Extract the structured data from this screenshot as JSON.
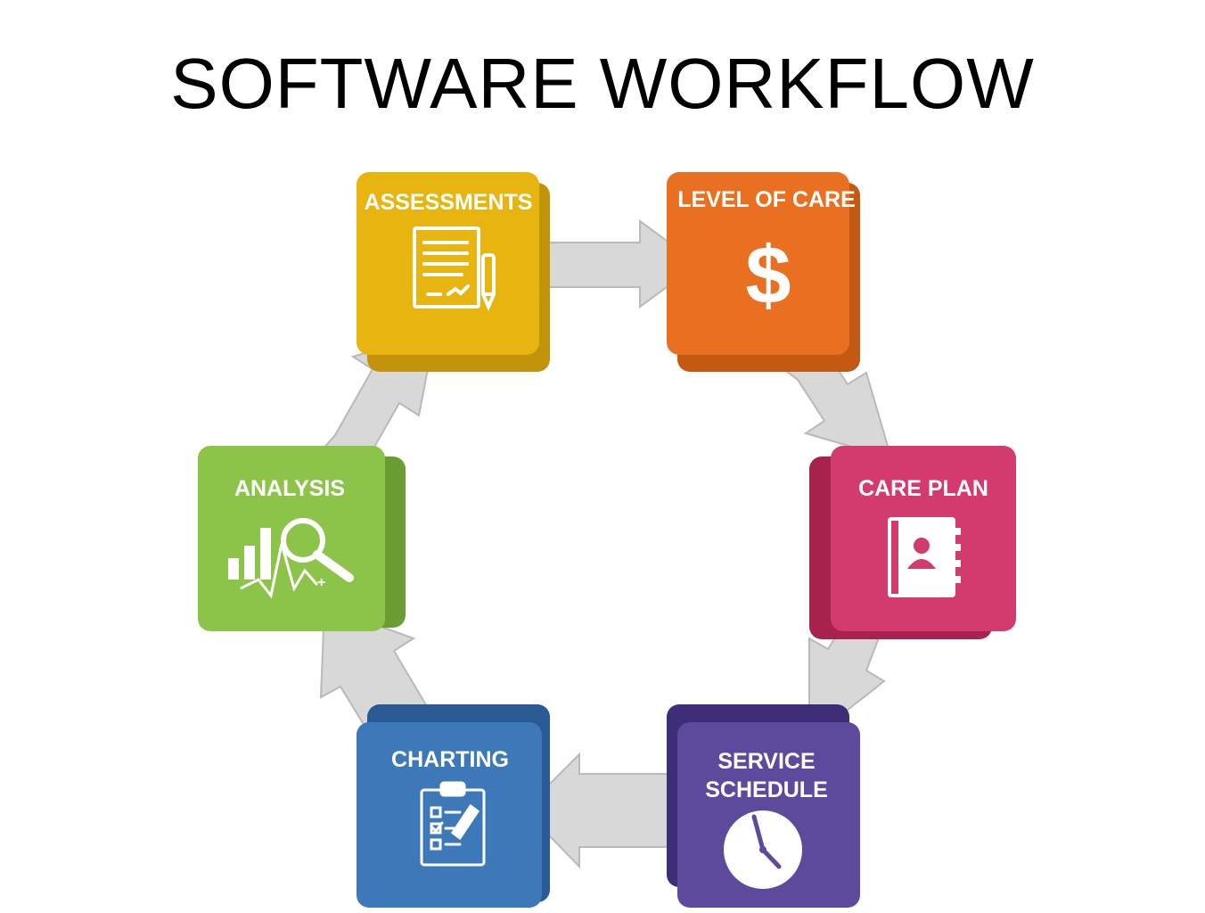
{
  "title": "SOFTWARE WORKFLOW",
  "steps": {
    "assessments": {
      "label": "ASSESSMENTS",
      "icon": "document-pen-icon",
      "color": "#E8B410"
    },
    "level_of_care": {
      "label": "LEVEL OF CARE",
      "icon": "dollar-icon",
      "color": "#E87020"
    },
    "care_plan": {
      "label": "CARE PLAN",
      "icon": "contact-book-icon",
      "color": "#D33A6E"
    },
    "service_schedule": {
      "line1": "SERVICE",
      "line2": "SCHEDULE",
      "icon": "clock-icon",
      "color": "#5E4A9C"
    },
    "charting": {
      "label": "CHARTING",
      "icon": "clipboard-checklist-icon",
      "color": "#3D78B8"
    },
    "analysis": {
      "label": "ANALYSIS",
      "icon": "chart-magnifier-icon",
      "color": "#8CC44A"
    }
  },
  "symbols": {
    "dollar": "$"
  }
}
